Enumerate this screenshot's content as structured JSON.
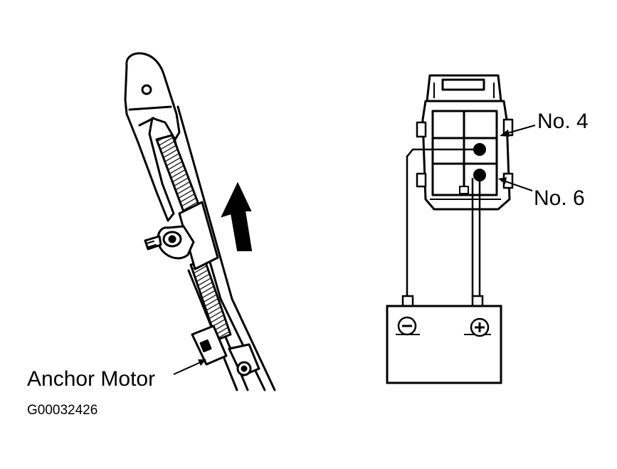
{
  "labels": {
    "anchor_motor": "Anchor Motor",
    "figure_id": "G00032426",
    "terminal_4": "No. 4",
    "terminal_6": "No. 6"
  },
  "battery": {
    "negative_symbol": "−",
    "positive_symbol": "+"
  }
}
